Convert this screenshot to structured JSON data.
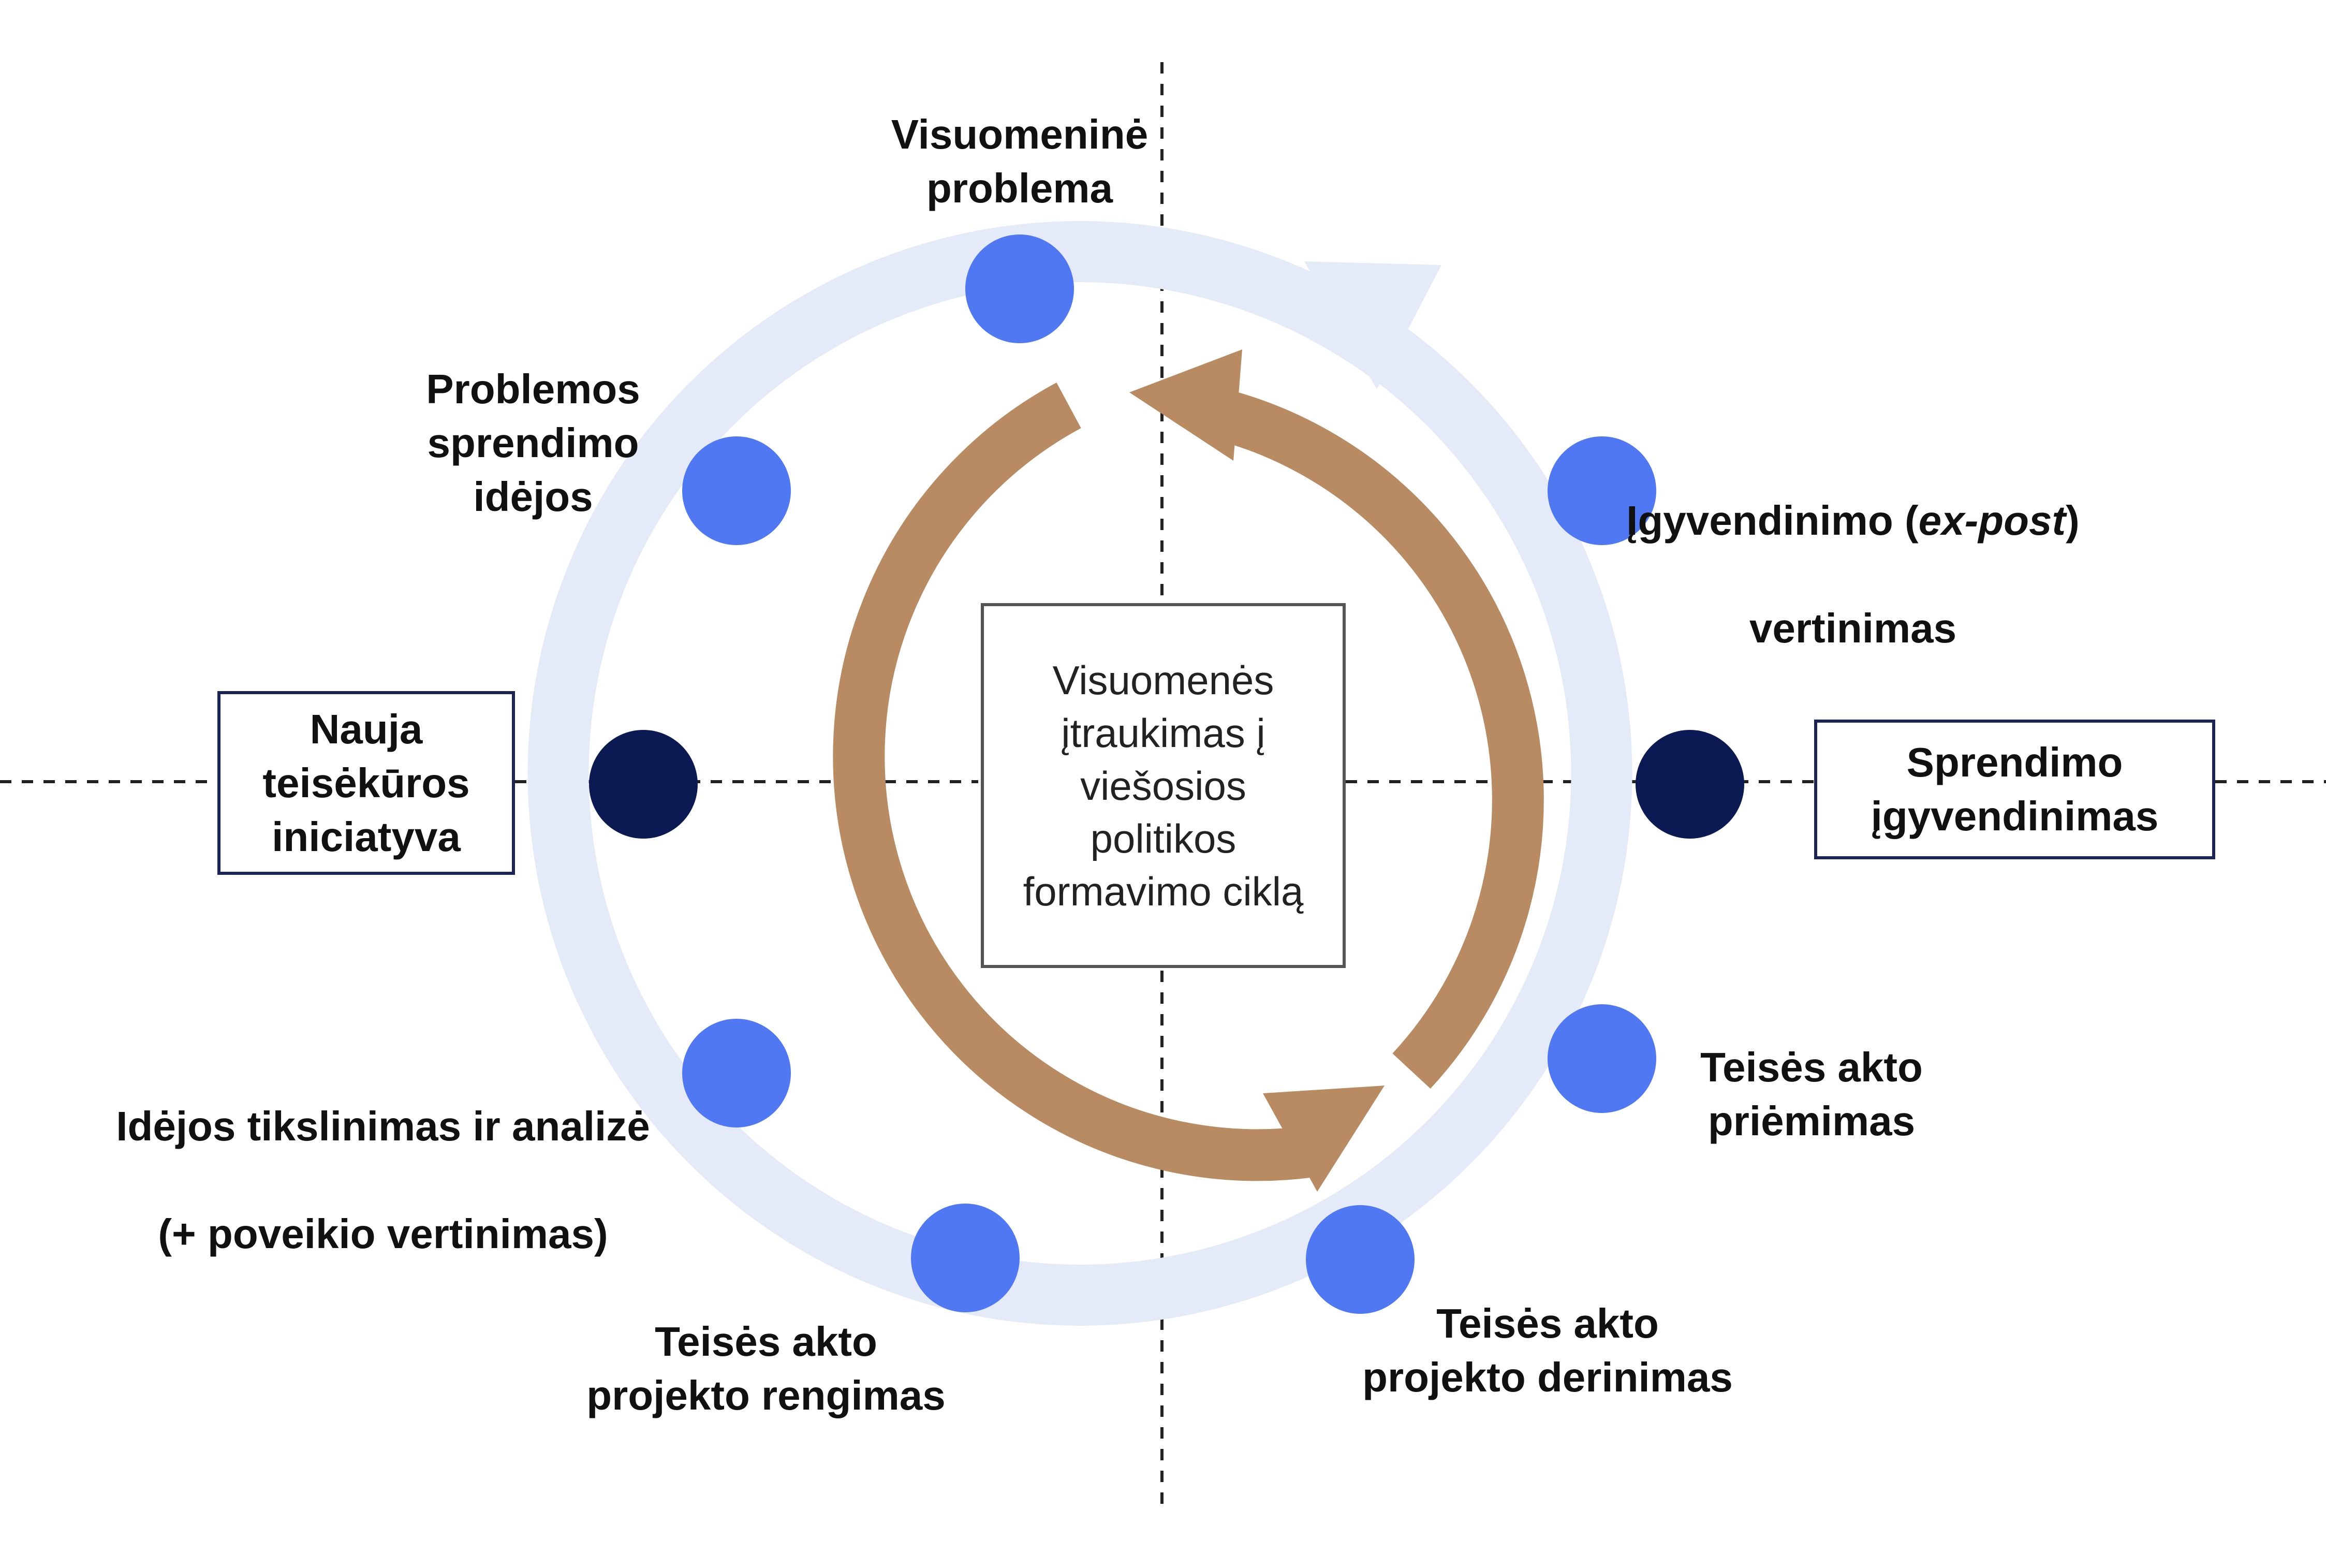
{
  "colors": {
    "outer_ring": "#e4eaf8",
    "inner_arrow": "#b88b62",
    "stage_node": "#4f78f2",
    "milestone_node": "#0b1a52",
    "box_border": "#1b2455",
    "center_border": "#555555",
    "guide_line": "#222222"
  },
  "center": {
    "text": "Visuomenės\nįtraukimas į\nviešosios\npolitikos\nformavimo ciklą"
  },
  "milestones": {
    "start": "Nauja\nteisėkūros\niniciatyva",
    "implementation": "Sprendimo\nįgyvendinimas"
  },
  "stages": {
    "problem": "Visuomeninė\nproblema",
    "ideas": "Problemos\nsprendimo\nidėjos",
    "analysis_line1": "Idėjos tikslinimas ir analizė",
    "analysis_line2": "(+ poveikio vertinimas)",
    "drafting": "Teisės akto\nprojekto rengimas",
    "coordination": "Teisės akto\nprojekto derinimas",
    "adoption": "Teisės akto\npriėmimas",
    "evaluation_prefix": "Įgyvendinimo (",
    "evaluation_italic": "ex-post",
    "evaluation_suffix": ")",
    "evaluation_line2": "vertinimas"
  }
}
